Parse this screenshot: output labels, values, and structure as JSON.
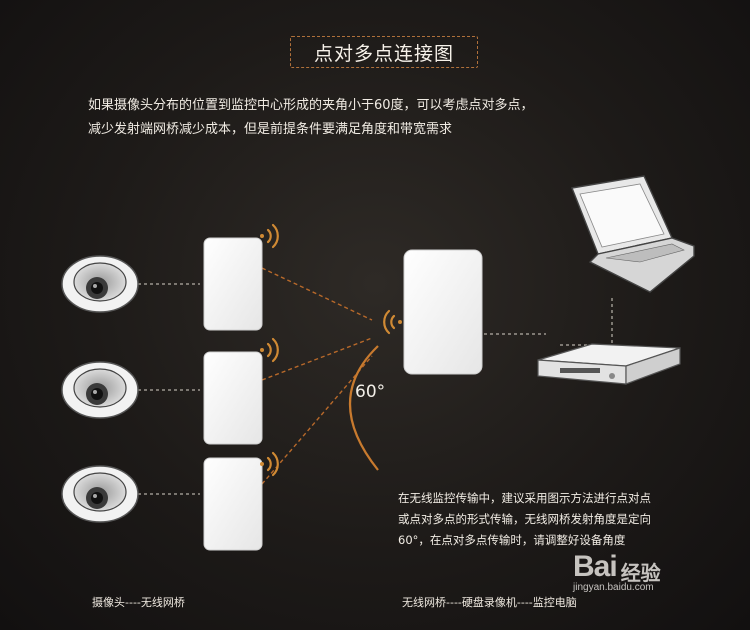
{
  "title": "点对多点连接图",
  "intro": {
    "line1": "如果摄像头分布的位置到监控中心形成的夹角小于60度，可以考虑点对多点，",
    "line2": "减少发射端网桥减少成本，但是前提条件要满足角度和带宽需求"
  },
  "angle_label": "60°",
  "note": {
    "line1": "在无线监控传输中，建议采用图示方法进行点对点",
    "line2": "或点对多点的形式传输，无线网桥发射角度是定向",
    "line3": "60°，在点对多点传输时，请调整好设备角度"
  },
  "labels": {
    "left": "摄像头----无线网桥",
    "right": "无线网桥----硬盘录像机----监控电脑"
  },
  "watermark": {
    "logo_left": "Bai",
    "logo_right": "经验",
    "url": "jingyan.baidu.com"
  },
  "colors": {
    "accent": "#c87a2e",
    "dashed_link": "#b8692a"
  }
}
